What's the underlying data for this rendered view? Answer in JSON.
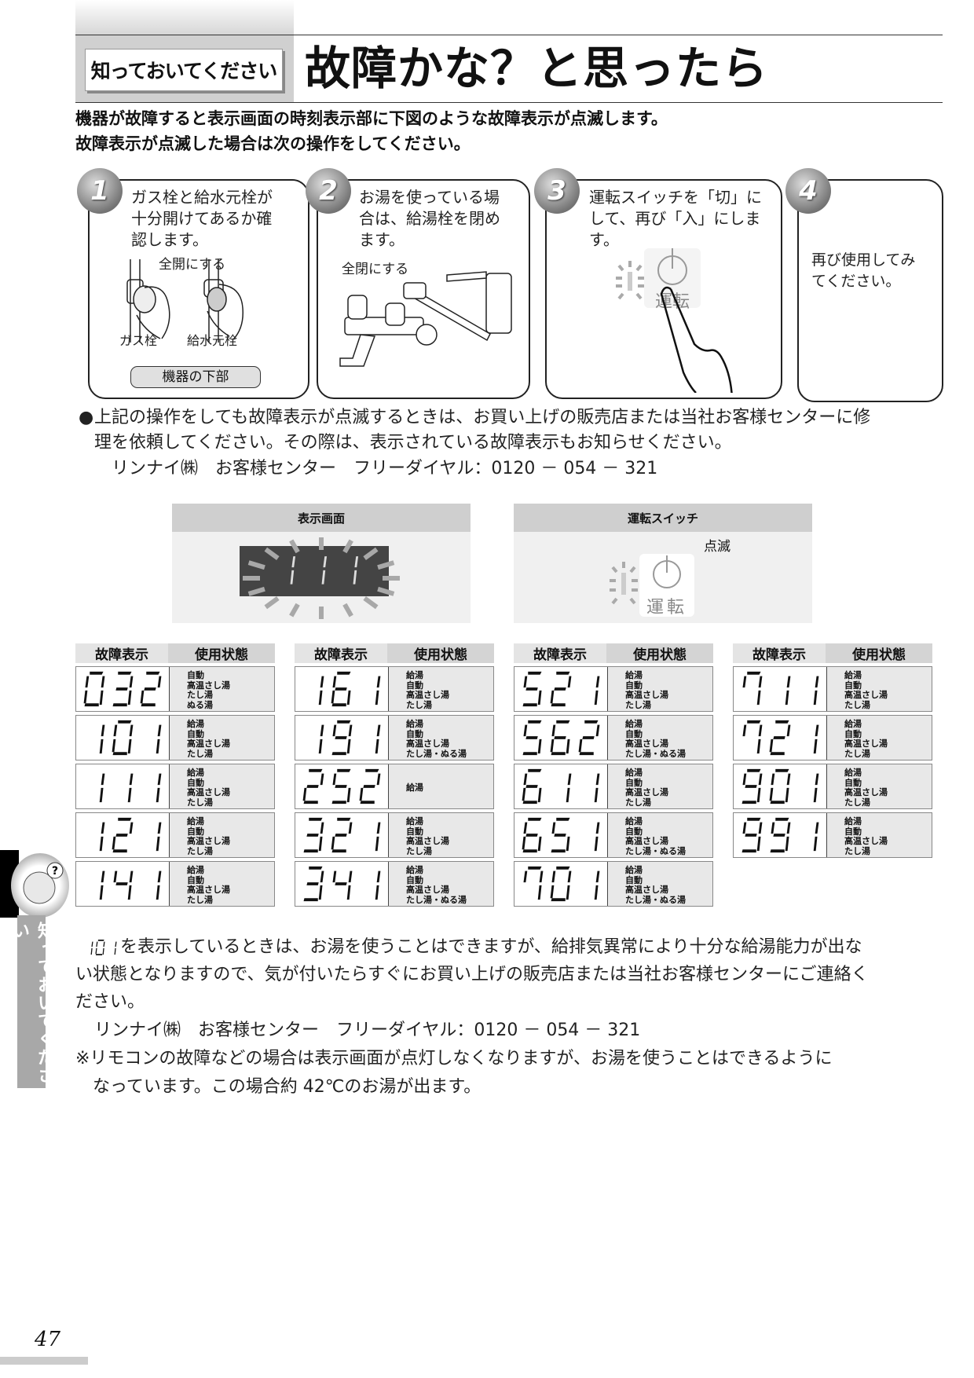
{
  "header": {
    "section_label": "知っておいてください",
    "title": "故障かな？と思ったら"
  },
  "intro": [
    "機器が故障すると表示画面の時刻表示部に下図のような故障表示が点滅します。",
    "故障表示が点滅した場合は次の操作をしてください。"
  ],
  "steps": [
    {
      "number": "1",
      "text": [
        "ガス栓と給水元栓が",
        "十分開けてあるか確",
        "認します。"
      ],
      "caption": "全開にする",
      "labels": [
        "ガス栓",
        "給水元栓"
      ],
      "pill": "機器の下部"
    },
    {
      "number": "2",
      "text": [
        "お湯を使っている場",
        "合は、給湯栓を閉め",
        "ます。"
      ],
      "caption": "全閉にする"
    },
    {
      "number": "3",
      "text": [
        "運転スイッチを「切」に",
        "して、再び「入」にします。"
      ],
      "switch_label": "運転"
    },
    {
      "number": "4",
      "text": [
        "再び使用してみ",
        "てください。"
      ]
    }
  ],
  "notice": {
    "bullet": "●",
    "lines": [
      "上記の操作をしても故障表示が点滅するときは、お買い上げの販売店または当社お客様センターに修",
      "理を依頼してください。その際は、表示されている故障表示もお知らせください。"
    ],
    "contact": "リンナイ㈱　お客様センター　フリーダイヤル：0120 － 054 － 321"
  },
  "panels": {
    "display": {
      "title": "表示画面",
      "code": "111"
    },
    "switch": {
      "title": "運転スイッチ",
      "blink_label": "点滅",
      "switch_label": "運転"
    }
  },
  "table_headers": {
    "code": "故障表示",
    "usage": "使用状態"
  },
  "tables": [
    [
      {
        "code": "032",
        "usage": [
          "自動",
          "高温さし湯",
          "たし湯",
          "ぬる湯"
        ]
      },
      {
        "code": "101",
        "usage": [
          "給湯",
          "自動",
          "高温さし湯",
          "たし湯"
        ]
      },
      {
        "code": "111",
        "usage": [
          "給湯",
          "自動",
          "高温さし湯",
          "たし湯"
        ]
      },
      {
        "code": "121",
        "usage": [
          "給湯",
          "自動",
          "高温さし湯",
          "たし湯"
        ]
      },
      {
        "code": "141",
        "usage": [
          "給湯",
          "自動",
          "高温さし湯",
          "たし湯"
        ]
      }
    ],
    [
      {
        "code": "161",
        "usage": [
          "給湯",
          "自動",
          "高温さし湯",
          "たし湯"
        ]
      },
      {
        "code": "191",
        "usage": [
          "給湯",
          "自動",
          "高温さし湯",
          "たし湯・ぬる湯"
        ]
      },
      {
        "code": "252",
        "usage": [
          "給湯"
        ]
      },
      {
        "code": "321",
        "usage": [
          "給湯",
          "自動",
          "高温さし湯",
          "たし湯"
        ]
      },
      {
        "code": "341",
        "usage": [
          "給湯",
          "自動",
          "高温さし湯",
          "たし湯・ぬる湯"
        ]
      }
    ],
    [
      {
        "code": "521",
        "usage": [
          "給湯",
          "自動",
          "高温さし湯",
          "たし湯"
        ]
      },
      {
        "code": "562",
        "usage": [
          "給湯",
          "自動",
          "高温さし湯",
          "たし湯・ぬる湯"
        ]
      },
      {
        "code": "611",
        "usage": [
          "給湯",
          "自動",
          "高温さし湯",
          "たし湯"
        ]
      },
      {
        "code": "651",
        "usage": [
          "給湯",
          "自動",
          "高温さし湯",
          "たし湯・ぬる湯"
        ]
      },
      {
        "code": "701",
        "usage": [
          "給湯",
          "自動",
          "高温さし湯",
          "たし湯・ぬる湯"
        ]
      }
    ],
    [
      {
        "code": "711",
        "usage": [
          "給湯",
          "自動",
          "高温さし湯",
          "たし湯"
        ]
      },
      {
        "code": "721",
        "usage": [
          "給湯",
          "自動",
          "高温さし湯",
          "たし湯"
        ]
      },
      {
        "code": "901",
        "usage": [
          "給湯",
          "自動",
          "高温さし湯",
          "たし湯"
        ]
      },
      {
        "code": "991",
        "usage": [
          "給湯",
          "自動",
          "高温さし湯",
          "たし湯"
        ]
      }
    ]
  ],
  "bottom": {
    "inline_code": "101",
    "line1": "を表示しているときは、お湯を使うことはできますが、給排気異常により十分な給湯能力が出な",
    "line2": "い状態となりますので、気が付いたらすぐにお買い上げの販売店または当社お客様センターにご連絡く",
    "line3": "ださい。",
    "contact": "リンナイ㈱　お客様センター　フリーダイヤル：0120 － 054 － 321",
    "note1": "※リモコンの故障などの場合は表示画面が点灯しなくなりますが、お湯を使うことはできるように",
    "note2": "なっています。この場合約 42℃のお湯が出ます。"
  },
  "sidebar": {
    "label": "知っておいてください",
    "icon": "question-person-icon"
  },
  "page_number": "47"
}
